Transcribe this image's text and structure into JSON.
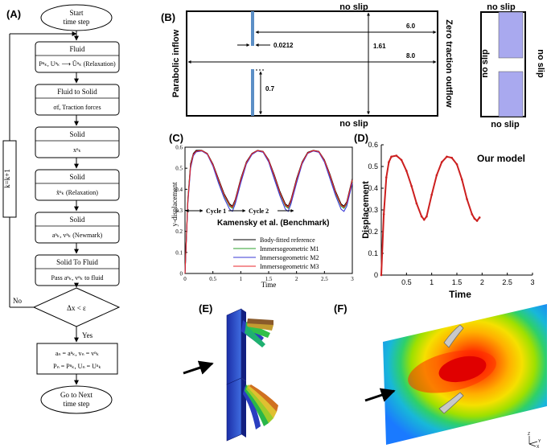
{
  "panel_labels": {
    "a": "(A)",
    "b": "(B)",
    "c": "(C)",
    "d": "(D)",
    "e": "(E)",
    "f": "(F)"
  },
  "flowchart": {
    "start": [
      "Start",
      "time step"
    ],
    "fluid_title": "Fluid",
    "fluid_eq": "Pⁿₖ, Uⁿₖ ⟶ Ũⁿₖ (Relaxation)",
    "f2s_title": "Fluid to Solid",
    "f2s_eq": "σf, Traction forces",
    "solid1_title": "Solid",
    "solid1_eq": "xⁿₖ",
    "solid2_title": "Solid",
    "solid2_eq": "x̃ⁿₖ (Relaxation)",
    "solid3_title": "Solid",
    "solid3_eq": "aⁿₖ, vⁿₖ (Newmark)",
    "s2f_title": "Solid To Fluid",
    "s2f_eq": "Pass aⁿₖ, vⁿₖ to fluid",
    "decision": "Δx < ε",
    "no": "No",
    "yes": "Yes",
    "loop": "k=k+1",
    "update1": "aₙ = aⁿₖ, vₙ = vⁿₖ",
    "update2": "Pₙ = Pⁿₖ, Uₙ = Uⁿₖ",
    "end": [
      "Go to Next",
      "time step"
    ]
  },
  "domain": {
    "top": "no slip",
    "bottom": "no slip",
    "inflow": "Parabolic inflow",
    "outflow": "Zero traction outflow",
    "dim_length": "6.0",
    "dim_total": "8.0",
    "dim_height": "1.61",
    "dim_thickness": "0.0212",
    "dim_gap": "0.7",
    "inset": {
      "top": "no slip",
      "bottom": "no slip",
      "left": "no slip",
      "right": "no slip"
    }
  },
  "colors": {
    "leaflet": "#5b8fc6",
    "inset_fill": "#a9a9ef",
    "ref": "#000000",
    "m1": "#2ca02c",
    "m2": "#3a3ad6",
    "m3": "#e8262b",
    "model": "#cc1f1f"
  },
  "chart_data": [
    {
      "type": "line",
      "ylabel": "y-displacement",
      "xlabel": "Time",
      "xlim": [
        0,
        3
      ],
      "ylim": [
        0,
        0.6
      ],
      "xticks": [
        "0",
        "0.5",
        "1",
        "1.5",
        "2",
        "2.5",
        "3"
      ],
      "yticks": [
        "0",
        "0.1",
        "0.2",
        "0.3",
        "0.4",
        "0.5",
        "0.6"
      ],
      "annotations": [
        "Cycle 1",
        "Cycle 2",
        "Kamensky et al. (Benchmark)"
      ],
      "legend_position": "bottom-right",
      "x": [
        0.0,
        0.05,
        0.1,
        0.15,
        0.2,
        0.3,
        0.4,
        0.5,
        0.6,
        0.7,
        0.8,
        0.85,
        0.9,
        1.0,
        1.1,
        1.2,
        1.3,
        1.4,
        1.5,
        1.6,
        1.7,
        1.8,
        1.85,
        1.9,
        2.0,
        2.1,
        2.2,
        2.3,
        2.4,
        2.5,
        2.6,
        2.7,
        2.8,
        2.85,
        2.9,
        3.0
      ],
      "series": [
        {
          "name": "Body-fitted reference",
          "values": [
            0.0,
            0.35,
            0.52,
            0.57,
            0.585,
            0.585,
            0.57,
            0.52,
            0.45,
            0.38,
            0.33,
            0.32,
            0.35,
            0.45,
            0.53,
            0.57,
            0.585,
            0.58,
            0.54,
            0.47,
            0.39,
            0.33,
            0.32,
            0.35,
            0.45,
            0.53,
            0.575,
            0.585,
            0.58,
            0.54,
            0.47,
            0.39,
            0.33,
            0.32,
            0.34,
            0.45
          ]
        },
        {
          "name": "Immersogeometric M1",
          "values": [
            0.0,
            0.34,
            0.51,
            0.565,
            0.58,
            0.583,
            0.568,
            0.515,
            0.44,
            0.37,
            0.32,
            0.31,
            0.34,
            0.44,
            0.525,
            0.568,
            0.583,
            0.578,
            0.535,
            0.46,
            0.38,
            0.32,
            0.31,
            0.34,
            0.44,
            0.525,
            0.572,
            0.583,
            0.578,
            0.535,
            0.46,
            0.38,
            0.32,
            0.31,
            0.33,
            0.44
          ]
        },
        {
          "name": "Immersogeometric M2",
          "values": [
            0.0,
            0.33,
            0.5,
            0.56,
            0.578,
            0.582,
            0.566,
            0.51,
            0.43,
            0.36,
            0.305,
            0.295,
            0.33,
            0.43,
            0.52,
            0.565,
            0.582,
            0.576,
            0.53,
            0.45,
            0.37,
            0.305,
            0.295,
            0.33,
            0.43,
            0.52,
            0.57,
            0.582,
            0.576,
            0.53,
            0.45,
            0.37,
            0.305,
            0.295,
            0.32,
            0.43
          ]
        },
        {
          "name": "Immersogeometric M3",
          "values": [
            0.0,
            0.34,
            0.51,
            0.566,
            0.581,
            0.584,
            0.569,
            0.517,
            0.445,
            0.375,
            0.325,
            0.315,
            0.345,
            0.445,
            0.527,
            0.569,
            0.584,
            0.579,
            0.537,
            0.465,
            0.385,
            0.325,
            0.315,
            0.345,
            0.445,
            0.527,
            0.573,
            0.584,
            0.579,
            0.537,
            0.465,
            0.385,
            0.325,
            0.315,
            0.335,
            0.445
          ]
        }
      ]
    },
    {
      "type": "line",
      "ylabel": "Displacement",
      "xlabel": "Time",
      "xlim": [
        0,
        3
      ],
      "ylim": [
        0,
        0.6
      ],
      "xticks": [
        "0.5",
        "1",
        "1.5",
        "2",
        "2.5",
        "3"
      ],
      "yticks": [
        "0",
        "0.1",
        "0.2",
        "0.3",
        "0.4",
        "0.5",
        "0.6"
      ],
      "annotations": [
        "Our model"
      ],
      "x": [
        0.0,
        0.05,
        0.1,
        0.15,
        0.2,
        0.3,
        0.4,
        0.5,
        0.6,
        0.7,
        0.8,
        0.85,
        0.9,
        1.0,
        1.1,
        1.2,
        1.3,
        1.4,
        1.5,
        1.6,
        1.7,
        1.8,
        1.85,
        1.9,
        1.95
      ],
      "series": [
        {
          "values": [
            0.0,
            0.28,
            0.45,
            0.52,
            0.545,
            0.55,
            0.53,
            0.48,
            0.41,
            0.33,
            0.27,
            0.255,
            0.27,
            0.37,
            0.46,
            0.52,
            0.545,
            0.54,
            0.51,
            0.44,
            0.35,
            0.28,
            0.26,
            0.25,
            0.265
          ]
        }
      ]
    }
  ],
  "axes_triad": {
    "z": "Z",
    "y": "Y",
    "x": "X"
  }
}
